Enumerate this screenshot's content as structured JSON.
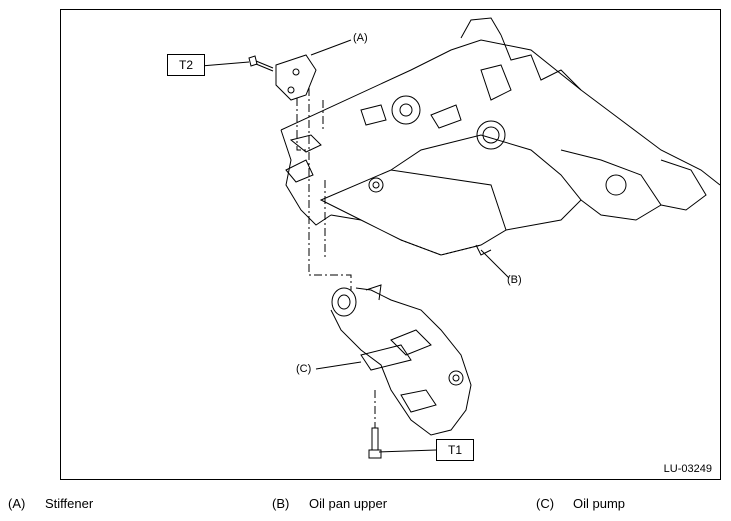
{
  "figure": {
    "callouts": {
      "a": "(A)",
      "b": "(B)",
      "c": "(C)"
    },
    "torque_labels": {
      "t2": "T2",
      "t1": "T1"
    },
    "reference_code": "LU-03249"
  },
  "legend": [
    {
      "key": "(A)",
      "text": "Stiffener"
    },
    {
      "key": "(B)",
      "text": "Oil pan upper"
    },
    {
      "key": "(C)",
      "text": "Oil pump"
    }
  ],
  "colors": {
    "line": "#000000",
    "background": "#ffffff"
  }
}
